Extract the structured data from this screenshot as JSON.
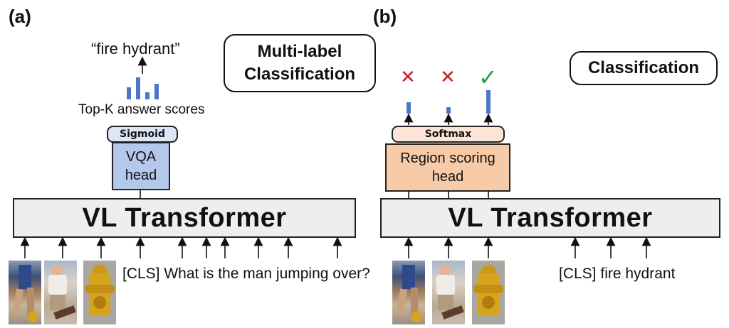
{
  "panel_a": {
    "label": "(a)",
    "task_box": [
      "Multi-label",
      "Classification"
    ],
    "answer": "“fire hydrant”",
    "scores_label": "Top-K answer scores",
    "sigmoid": "Sigmoid",
    "head": [
      "VQA",
      "head"
    ],
    "transformer": "VL Transformer",
    "input_text": "[CLS] What is the man jumping over?"
  },
  "panel_b": {
    "label": "(b)",
    "task_box": "Classification",
    "softmax": "Softmax",
    "head": [
      "Region scoring",
      "head"
    ],
    "transformer": "VL Transformer",
    "input_text": "[CLS] fire hydrant",
    "marks": [
      "✕",
      "✕",
      "✓"
    ]
  },
  "colors": {
    "vqa_head_fill": "#b4c8ec",
    "sigmoid_fill": "#dce6f7",
    "region_head_fill": "#f7caa8",
    "softmax_fill": "#fbe5d6",
    "bar_blue": "#4a78c8",
    "cross_red": "#c0202a",
    "check_green": "#1e9e4a",
    "transformer_fill": "#eeeeee"
  }
}
